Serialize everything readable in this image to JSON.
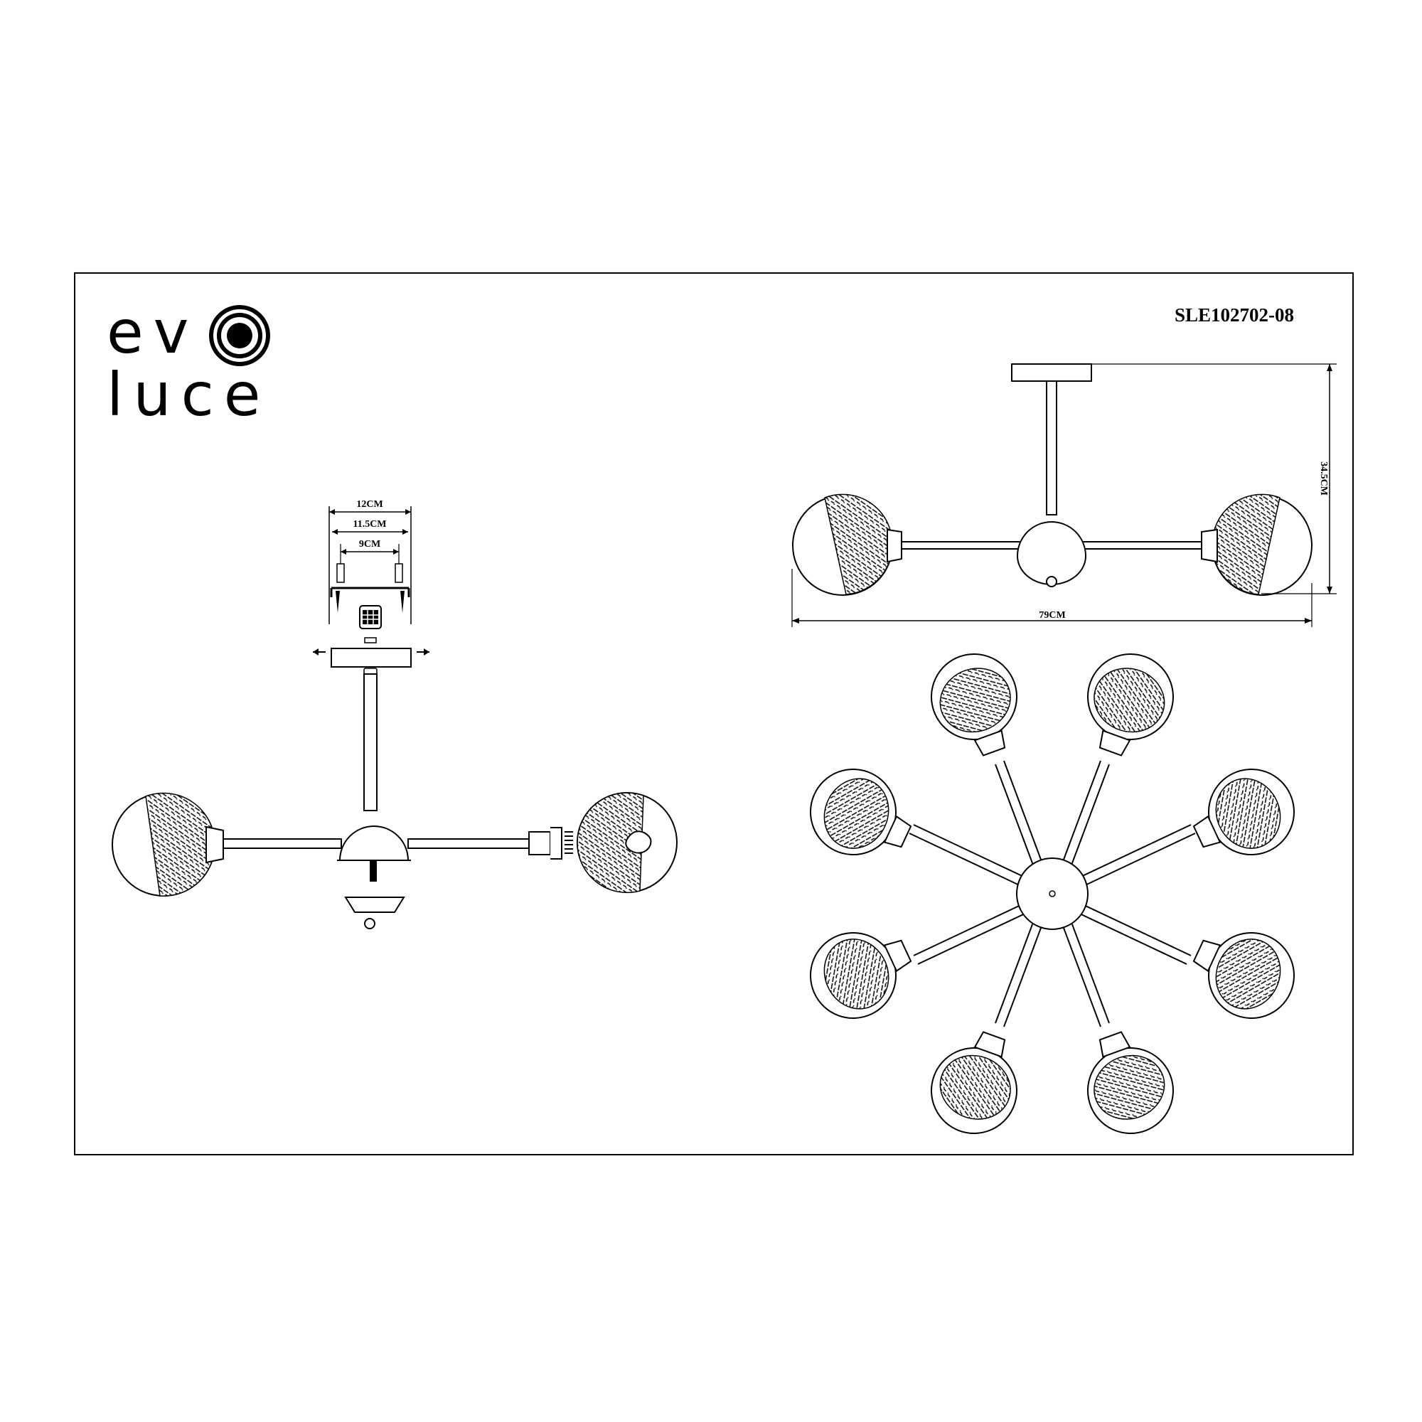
{
  "brand": {
    "line1": "ev",
    "line2": "luce",
    "mark_icon": "target-circle-icon"
  },
  "model_code": "SLE102702-08",
  "dimensions": {
    "canopy_outer": "12CM",
    "canopy_inner": "11.5CM",
    "mount_spacing": "9CM",
    "total_width": "79CM",
    "total_height": "34.5CM"
  },
  "colors": {
    "line": "#000000",
    "background": "#ffffff"
  }
}
